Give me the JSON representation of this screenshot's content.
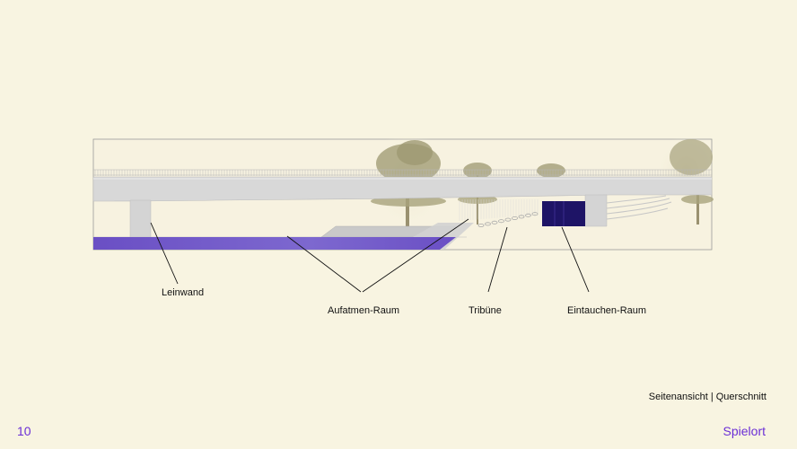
{
  "labels": {
    "leinwand": "Leinwand",
    "aufatmen": "Aufatmen-Raum",
    "tribuene": "Tribüne",
    "eintauchen": "Eintauchen-Raum"
  },
  "caption": "Seitenansicht | Querschnitt",
  "footer": {
    "page_number": "10",
    "section": "Spielort"
  },
  "colors": {
    "background": "#f8f4e1",
    "accent": "#6b2fd6",
    "water": "#6a4fc4",
    "curtain": "#1e1466",
    "bridge": "#d8d8d8",
    "tree": "#a7a27c"
  }
}
